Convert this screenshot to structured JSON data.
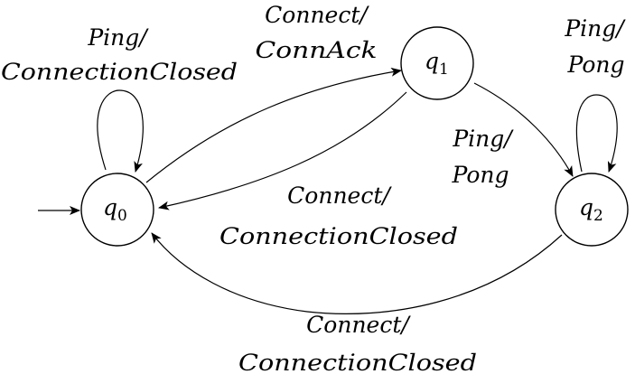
{
  "states": {
    "q0": {
      "name": "q",
      "sub": "0"
    },
    "q1": {
      "name": "q",
      "sub": "1"
    },
    "q2": {
      "name": "q",
      "sub": "2"
    }
  },
  "transitions": {
    "q0_loop": {
      "line1": "Ping/",
      "line2": "ConnectionClosed"
    },
    "q0_q1": {
      "line1": "Connect/",
      "line2": "ConnAck"
    },
    "q1_q0": {
      "line1": "Connect/",
      "line2": "ConnectionClosed"
    },
    "q1_q2": {
      "line1": "Ping/",
      "line2": "Pong"
    },
    "q2_loop": {
      "line1": "Ping/",
      "line2": "Pong"
    },
    "q2_q0": {
      "line1": "Connect/",
      "line2": "ConnectionClosed"
    }
  }
}
